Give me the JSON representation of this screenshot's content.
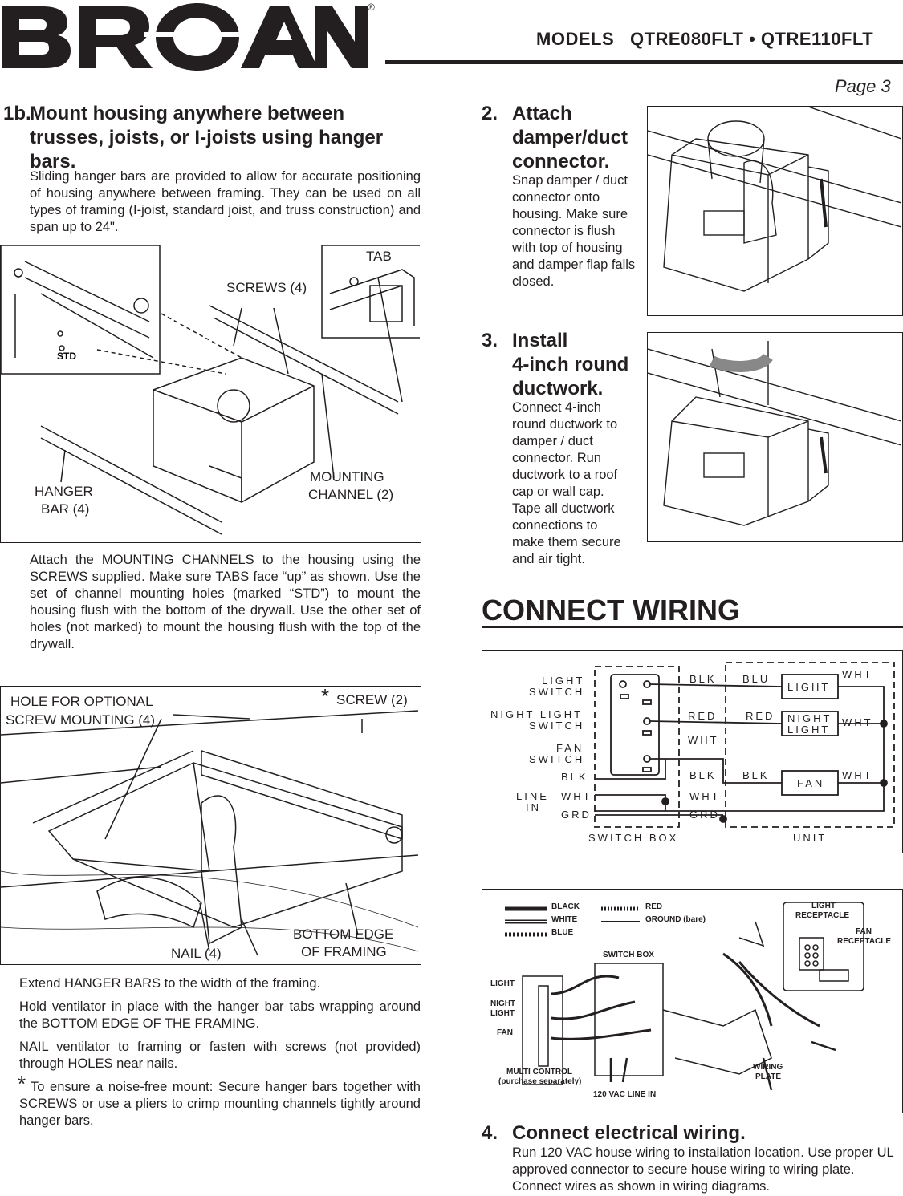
{
  "header": {
    "brand": "BROAN",
    "registered": "®",
    "models_label": "MODELS",
    "models": "QTRE080FLT • QTRE110FLT",
    "page": "Page 3"
  },
  "step1b": {
    "number": "1b.",
    "title": "Mount housing anywhere between trusses, joists, or I-joists using hanger bars.",
    "intro": "Sliding hanger bars are provided to allow for accurate positioning of housing anywhere between framing. They can be used on all types of framing (I-joist, standard joist, and truss construction) and span up to 24\".",
    "fig1_labels": {
      "screws": "SCREWS (4)",
      "tab": "TAB",
      "std": "STD",
      "mounting_channel_1": "MOUNTING",
      "mounting_channel_2": "CHANNEL (2)",
      "hanger_bar_1": "HANGER",
      "hanger_bar_2": "BAR (4)"
    },
    "para1": "Attach the MOUNTING CHANNELS to the housing using the SCREWS supplied. Make sure TABS face “up” as shown. Use the set of channel mounting holes (marked “STD”) to mount the housing flush with the bottom of the drywall. Use the other set of holes (not marked) to mount the housing flush with the top of the drywall.",
    "fig2_labels": {
      "hole_1": "HOLE FOR OPTIONAL",
      "hole_2": "SCREW MOUNTING (4)",
      "screw": "SCREW (2)",
      "asterisk": "*",
      "nail": "NAIL (4)",
      "bottom_edge_1": "BOTTOM EDGE",
      "bottom_edge_2": "OF FRAMING"
    },
    "para2": "Extend HANGER BARS to the width of the framing.",
    "para3": "Hold ventilator in place with the hanger bar tabs wrapping around the BOTTOM EDGE OF THE FRAMING.",
    "para4": "NAIL ventilator to framing or fasten with screws (not provided) through HOLES near nails.",
    "para5": "To ensure a noise-free mount: Secure hanger bars together with SCREWS or use a pliers to crimp mounting channels tightly around hanger bars."
  },
  "step2": {
    "number": "2.",
    "title_1": "Attach",
    "title_2": "damper/duct",
    "title_3": "connector.",
    "body": "Snap damper / duct connector onto housing. Make sure connector is flush with top of housing and damper flap falls closed."
  },
  "step3": {
    "number": "3.",
    "title_1": "Install",
    "title_2": "4-inch round",
    "title_3": "ductwork.",
    "body": "Connect 4-inch round ductwork to damper / duct connector. Run ductwork to a roof cap or wall cap. Tape all ductwork connections to make them secure and air tight."
  },
  "connect": {
    "heading": "CONNECT WIRING"
  },
  "diagram1": {
    "light_switch_1": "LIGHT",
    "light_switch_2": "SWITCH",
    "night_switch_1": "NIGHT LIGHT",
    "night_switch_2": "SWITCH",
    "fan_switch_1": "FAN",
    "fan_switch_2": "SWITCH",
    "line_in_1": "LINE",
    "line_in_2": "IN",
    "blk": "BLK",
    "wht": "WHT",
    "grd": "GRD",
    "red": "RED",
    "blu": "BLU",
    "light": "LIGHT",
    "night_light_1": "NIGHT",
    "night_light_2": "LIGHT",
    "fan": "FAN",
    "switch_box": "SWITCH BOX",
    "unit": "UNIT"
  },
  "diagram2": {
    "legend_black": "BLACK",
    "legend_white": "WHITE",
    "legend_blue": "BLUE",
    "legend_red": "RED",
    "legend_ground": "GROUND (bare)",
    "switch_box": "SWITCH BOX",
    "light": "LIGHT",
    "night_light_1": "NIGHT",
    "night_light_2": "LIGHT",
    "fan": "FAN",
    "multi_control_1": "MULTI CONTROL",
    "multi_control_2": "(purchase separately)",
    "line_in": "120 VAC LINE IN",
    "light_receptacle_1": "LIGHT",
    "light_receptacle_2": "RECEPTACLE",
    "fan_receptacle_1": "FAN",
    "fan_receptacle_2": "RECEPTACLE",
    "wiring_plate_1": "WIRING",
    "wiring_plate_2": "PLATE"
  },
  "step4": {
    "number": "4.",
    "title": "Connect electrical wiring.",
    "body": "Run 120 VAC house wiring to installation location. Use proper UL approved connector to secure house wiring to wiring plate. Connect wires as shown in wiring diagrams."
  }
}
